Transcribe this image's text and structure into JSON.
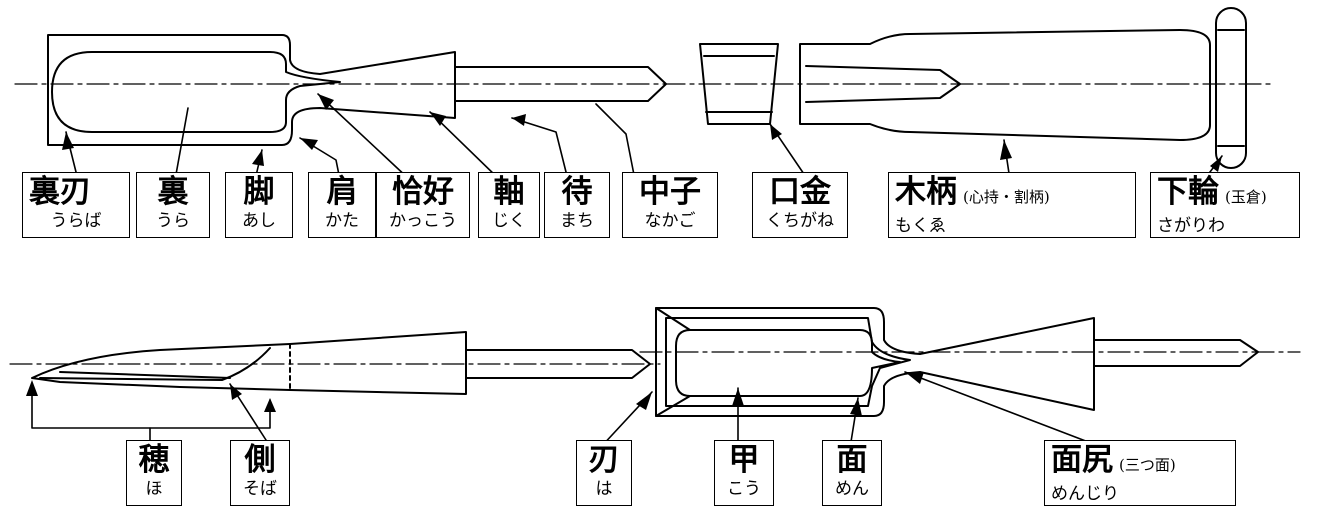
{
  "top_labels": [
    {
      "kanji": "裏刃",
      "reading": "うらば",
      "note": ""
    },
    {
      "kanji": "裏",
      "reading": "うら",
      "note": ""
    },
    {
      "kanji": "脚",
      "reading": "あし",
      "note": ""
    },
    {
      "kanji": "肩",
      "reading": "かた",
      "note": ""
    },
    {
      "kanji": "恰好",
      "reading": "かっこう",
      "note": ""
    },
    {
      "kanji": "軸",
      "reading": "じく",
      "note": ""
    },
    {
      "kanji": "待",
      "reading": "まち",
      "note": ""
    },
    {
      "kanji": "中子",
      "reading": "なかご",
      "note": ""
    },
    {
      "kanji": "口金",
      "reading": "くちがね",
      "note": ""
    },
    {
      "kanji": "木柄",
      "reading": "もくゑ",
      "note": "(心持・割柄)"
    },
    {
      "kanji": "下輪",
      "reading": "さがりわ",
      "note": "(玉倉)"
    }
  ],
  "bottom_labels": [
    {
      "kanji": "穂",
      "reading": "ほ",
      "note": ""
    },
    {
      "kanji": "側",
      "reading": "そば",
      "note": ""
    },
    {
      "kanji": "刃",
      "reading": "は",
      "note": ""
    },
    {
      "kanji": "甲",
      "reading": "こう",
      "note": ""
    },
    {
      "kanji": "面",
      "reading": "めん",
      "note": ""
    },
    {
      "kanji": "面尻",
      "reading": "めんじり",
      "note": "(三つ面)"
    }
  ]
}
